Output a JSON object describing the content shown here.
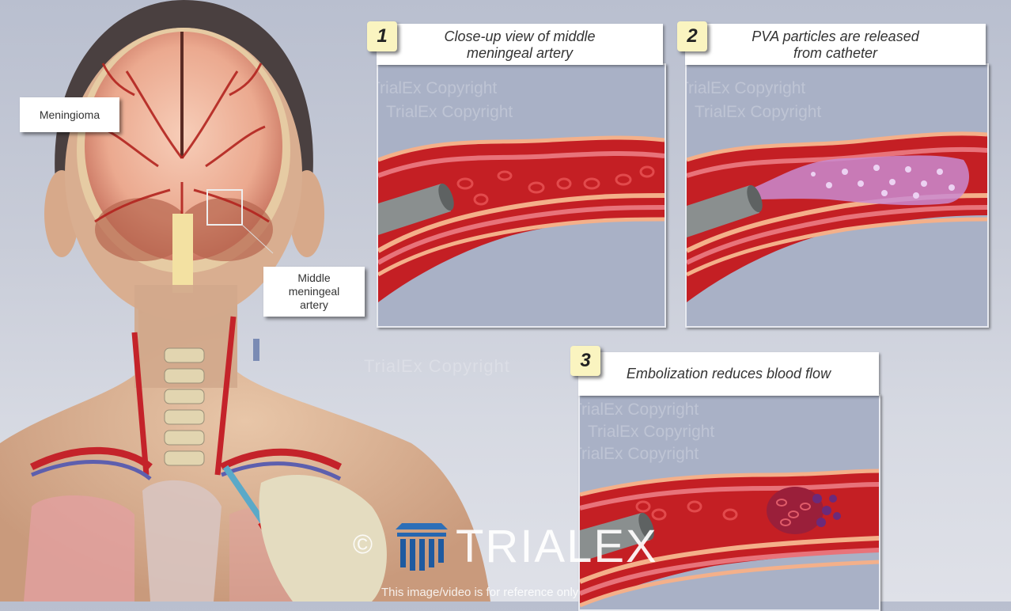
{
  "figure": {
    "labels": {
      "meningioma": "Meningioma",
      "middle_meningeal_artery": "Middle meningeal artery"
    },
    "mma_lines": [
      "Middle",
      "meningeal",
      "artery"
    ]
  },
  "panels": [
    {
      "number": "1",
      "caption_lines": [
        "Close-up view of middle",
        "meningeal artery"
      ]
    },
    {
      "number": "2",
      "caption_lines": [
        "PVA particles are released",
        "from catheter"
      ]
    },
    {
      "number": "3",
      "caption": "Embolization reduces blood flow"
    }
  ],
  "watermark": {
    "text": "TrialEx Copyright",
    "copyright_symbol": "©",
    "brand": "TRIALEX",
    "disclaimer": "This image/video is for reference only"
  },
  "colors": {
    "background": "#c5cad7",
    "panel_bg": "#a9b1c6",
    "number_badge": "#faf4c0",
    "vessel_red": "#d9232b",
    "vessel_wall": "#f4b08a",
    "particles": "#a566b8",
    "logo_blue": "#2566b0"
  }
}
